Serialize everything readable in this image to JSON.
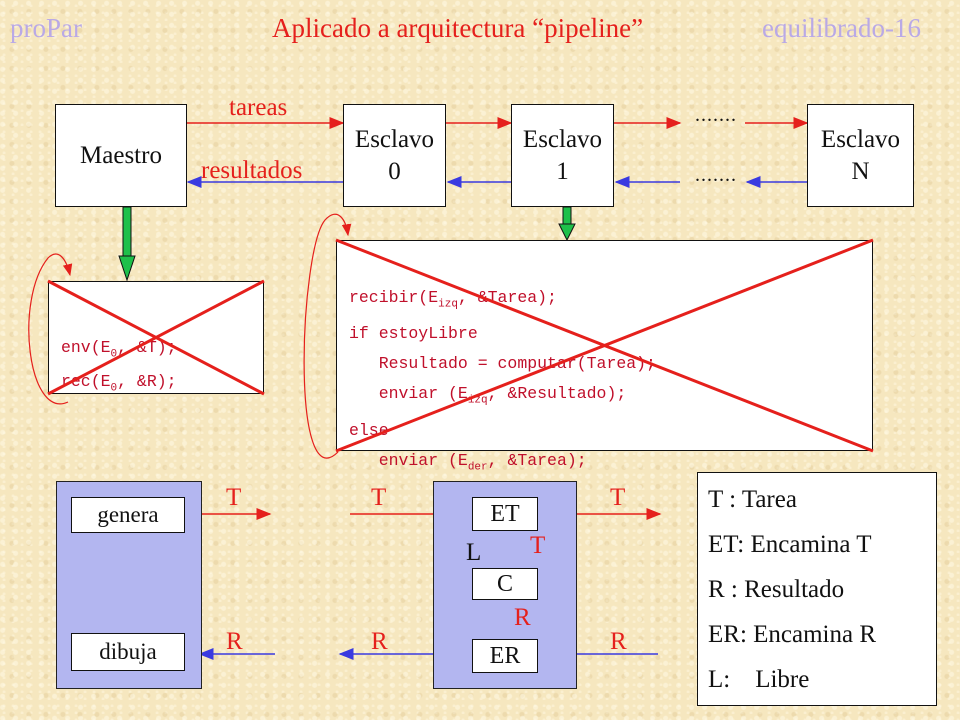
{
  "header": {
    "left": "proPar",
    "center": "Aplicado a arquitectura “pipeline”",
    "right": "equilibrado-16"
  },
  "top": {
    "maestro": "Maestro",
    "esclavo0": [
      "Esclavo",
      "0"
    ],
    "esclavo1": [
      "Esclavo",
      "1"
    ],
    "esclavoN": [
      "Esclavo",
      "N"
    ],
    "tareas": "tareas",
    "resultados": "resultados",
    "dots_top": ".......",
    "dots_bottom": "......."
  },
  "code_small": [
    "env(E",
    "0",
    ", &T);",
    "rec(E",
    "0",
    ", &R);"
  ],
  "code_big": {
    "l1a": "recibir(E",
    "l1s": "izq",
    "l1b": ", &Tarea);",
    "l2": "if estoyLibre",
    "l3": "   Resultado = computar(Tarea);",
    "l4a": "   enviar (E",
    "l4s": "izq",
    "l4b": ", &Resultado);",
    "l5": "else",
    "l6a": "   enviar (E",
    "l6s": "der",
    "l6b": ", &Tarea);"
  },
  "bottom": {
    "genera": "genera",
    "dibuja": "dibuja",
    "et": "ET",
    "c": "C",
    "er": "ER",
    "t": "T",
    "r": "R",
    "l": "L"
  },
  "legend": [
    "T  : Tarea",
    "ET: Encamina T",
    "R  : Resultado",
    "ER: Encamina R",
    "L:    Libre"
  ],
  "colors": {
    "accent_red": "#e5201c",
    "header_lavender": "#b9a9e6",
    "arrow_blue": "#3a3ae0",
    "panel_blue": "#b3b6f0",
    "flow_green": "#1ec04a"
  }
}
